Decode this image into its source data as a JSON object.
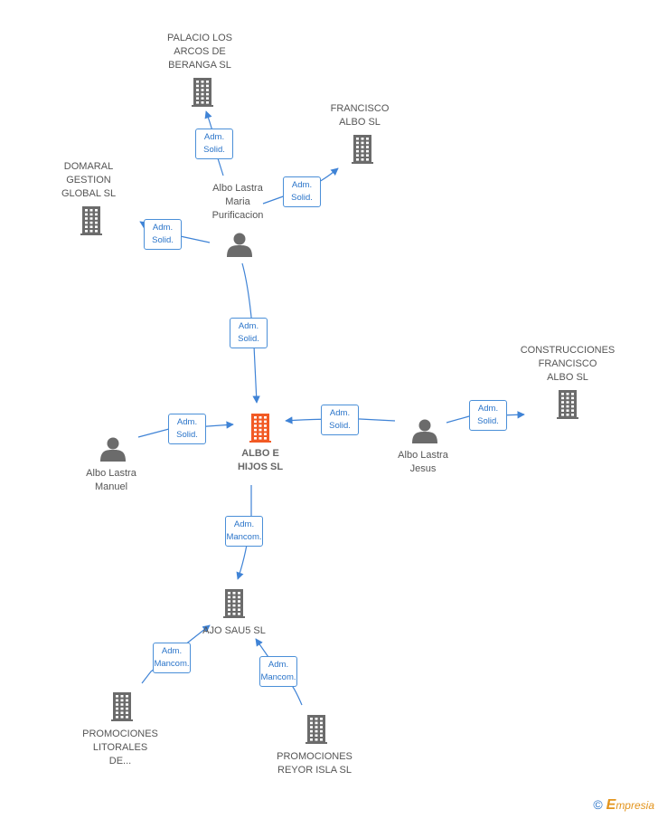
{
  "nodes": [
    {
      "id": "palacio",
      "type": "company",
      "lines": [
        "PALACIO LOS",
        "ARCOS DE",
        "BERANGA SL"
      ]
    },
    {
      "id": "francisco",
      "type": "company",
      "lines": [
        "FRANCISCO",
        "ALBO SL"
      ]
    },
    {
      "id": "domaral",
      "type": "company",
      "lines": [
        "DOMARAL",
        "GESTION",
        "GLOBAL SL"
      ]
    },
    {
      "id": "maria",
      "type": "person",
      "lines": [
        "Albo Lastra",
        "Maria",
        "Purificacion"
      ]
    },
    {
      "id": "construcciones",
      "type": "company",
      "lines": [
        "CONSTRUCCIONES",
        "FRANCISCO",
        "ALBO SL"
      ]
    },
    {
      "id": "albo",
      "type": "focus",
      "lines": [
        "ALBO E",
        "HIJOS  SL"
      ]
    },
    {
      "id": "manuel",
      "type": "person",
      "lines": [
        "Albo Lastra",
        "Manuel"
      ]
    },
    {
      "id": "jesus",
      "type": "person",
      "lines": [
        "Albo Lastra",
        "Jesus"
      ]
    },
    {
      "id": "ajo",
      "type": "company",
      "lines": [
        "AJO SAU5 SL"
      ]
    },
    {
      "id": "litorales",
      "type": "company",
      "lines": [
        "PROMOCIONES",
        "LITORALES",
        "DE..."
      ]
    },
    {
      "id": "reyor",
      "type": "company",
      "lines": [
        "PROMOCIONES",
        "REYOR ISLA SL"
      ]
    }
  ],
  "edges": [
    {
      "id": "e1",
      "from": "maria",
      "to": "palacio",
      "label": [
        "Adm.",
        "Solid."
      ]
    },
    {
      "id": "e2",
      "from": "maria",
      "to": "francisco",
      "label": [
        "Adm.",
        "Solid."
      ]
    },
    {
      "id": "e3",
      "from": "maria",
      "to": "domaral",
      "label": [
        "Adm.",
        "Solid."
      ]
    },
    {
      "id": "e4",
      "from": "maria",
      "to": "albo",
      "label": [
        "Adm.",
        "Solid."
      ]
    },
    {
      "id": "e5",
      "from": "manuel",
      "to": "albo",
      "label": [
        "Adm.",
        "Solid."
      ]
    },
    {
      "id": "e6",
      "from": "jesus",
      "to": "albo",
      "label": [
        "Adm.",
        "Solid."
      ]
    },
    {
      "id": "e7",
      "from": "jesus",
      "to": "construcciones",
      "label": [
        "Adm.",
        "Solid."
      ]
    },
    {
      "id": "e8",
      "from": "albo",
      "to": "ajo",
      "label": [
        "Adm.",
        "Mancom."
      ]
    },
    {
      "id": "e9",
      "from": "litorales",
      "to": "ajo",
      "label": [
        "Adm.",
        "Mancom."
      ]
    },
    {
      "id": "e10",
      "from": "reyor",
      "to": "ajo",
      "label": [
        "Adm.",
        "Mancom."
      ]
    }
  ],
  "colors": {
    "edge": "#3f83d6",
    "company_icon": "#6b6b6b",
    "focus_icon": "#f25a24",
    "person_icon": "#6b6b6b",
    "badge_text": "#2a74c9"
  },
  "brand": {
    "copyright": "©",
    "initial": "E",
    "rest": "mpresia"
  }
}
